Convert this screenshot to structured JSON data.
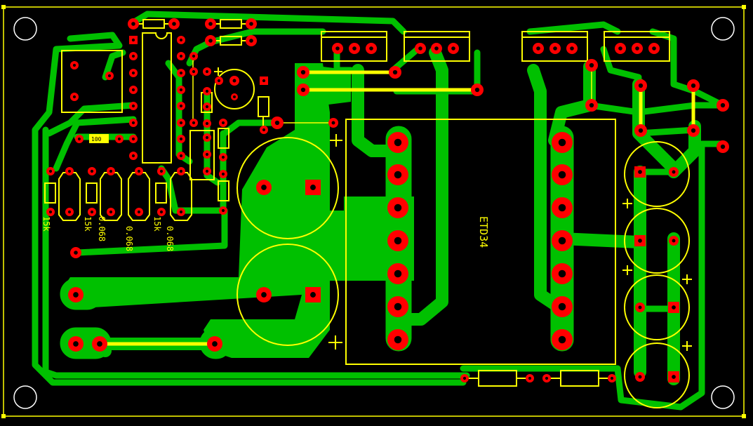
{
  "colors": {
    "background": "#000000",
    "copper": "#00c000",
    "pad": "#ff0000",
    "drill": "#000000",
    "silkscreen": "#ffff00",
    "outline": "#ffff00"
  },
  "labels": {
    "transformer": "ETD34",
    "r1": "15k",
    "r2": "15k",
    "r3": "15k",
    "c1": "0.068",
    "c2": "0.068",
    "c3": "0.068",
    "resistor_marker": "100"
  }
}
